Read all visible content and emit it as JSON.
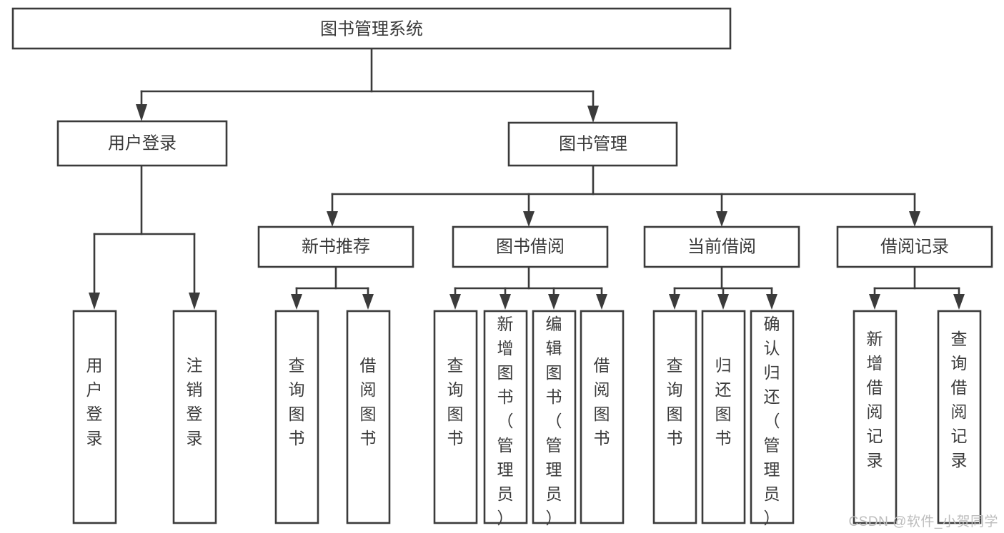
{
  "diagram": {
    "type": "tree",
    "title": "图书管理系统",
    "orientation": "top-down",
    "edge_style": "orthogonal-arrow",
    "colors": {
      "box_fill": "#ffffff",
      "box_stroke": "#3b3b3b",
      "text": "#3a3a3a",
      "watermark": "#bdbdbd",
      "background": "#ffffff"
    },
    "levels": [
      {
        "level": 1,
        "nodes": [
          {
            "id": "root",
            "label": "图书管理系统",
            "orientation": "horizontal"
          }
        ]
      },
      {
        "level": 2,
        "nodes": [
          {
            "id": "login",
            "label": "用户登录",
            "orientation": "horizontal",
            "parent": "root"
          },
          {
            "id": "bookmgmt",
            "label": "图书管理",
            "orientation": "horizontal",
            "parent": "root"
          }
        ]
      },
      {
        "level": 3,
        "nodes": [
          {
            "id": "newbook",
            "label": "新书推荐",
            "orientation": "horizontal",
            "parent": "bookmgmt"
          },
          {
            "id": "borrow",
            "label": "图书借阅",
            "orientation": "horizontal",
            "parent": "bookmgmt"
          },
          {
            "id": "current",
            "label": "当前借阅",
            "orientation": "horizontal",
            "parent": "bookmgmt"
          },
          {
            "id": "records",
            "label": "借阅记录",
            "orientation": "horizontal",
            "parent": "bookmgmt"
          }
        ]
      },
      {
        "level": 4,
        "nodes": [
          {
            "id": "leaf-user-login",
            "label": "用户登录",
            "orientation": "vertical",
            "parent": "login"
          },
          {
            "id": "leaf-logout",
            "label": "注销登录",
            "orientation": "vertical",
            "parent": "login"
          },
          {
            "id": "leaf-query-book-1",
            "label": "查询图书",
            "orientation": "vertical",
            "parent": "newbook"
          },
          {
            "id": "leaf-borrow-book-1",
            "label": "借阅图书",
            "orientation": "vertical",
            "parent": "newbook"
          },
          {
            "id": "leaf-query-book-2",
            "label": "查询图书",
            "orientation": "vertical",
            "parent": "borrow"
          },
          {
            "id": "leaf-add-book",
            "label": "新增图书（管理员）",
            "orientation": "vertical",
            "parent": "borrow"
          },
          {
            "id": "leaf-edit-book",
            "label": "编辑图书（管理员）",
            "orientation": "vertical",
            "parent": "borrow"
          },
          {
            "id": "leaf-borrow-book-2",
            "label": "借阅图书",
            "orientation": "vertical",
            "parent": "borrow"
          },
          {
            "id": "leaf-query-book-3",
            "label": "查询图书",
            "orientation": "vertical",
            "parent": "current"
          },
          {
            "id": "leaf-return-book",
            "label": "归还图书",
            "orientation": "vertical",
            "parent": "current"
          },
          {
            "id": "leaf-confirm-return",
            "label": "确认归还（管理员）",
            "orientation": "vertical",
            "parent": "current"
          },
          {
            "id": "leaf-add-record",
            "label": "新增借阅记录",
            "orientation": "vertical",
            "parent": "records"
          },
          {
            "id": "leaf-query-record",
            "label": "查询借阅记录",
            "orientation": "vertical",
            "parent": "records"
          }
        ]
      }
    ]
  },
  "watermark": {
    "text": "CSDN @软件_小贺同学"
  }
}
